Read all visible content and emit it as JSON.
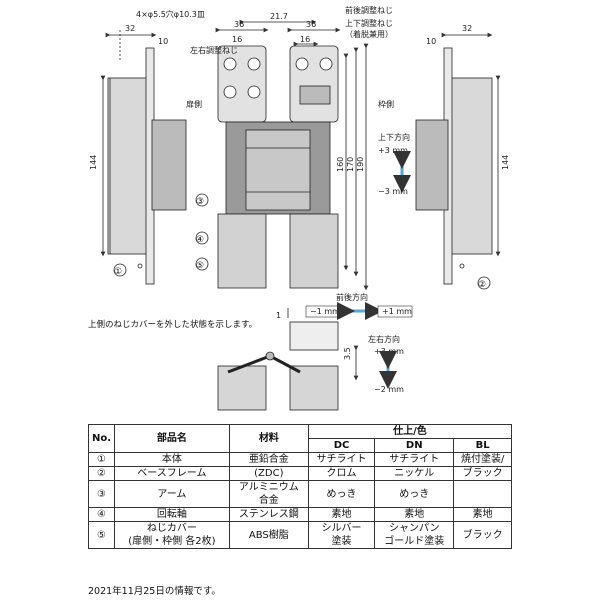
{
  "dims": {
    "hole": "4×φ5.5穴φ10.3皿",
    "d32a": "32",
    "d10a": "10",
    "d36a": "36",
    "d21_7": "21.7",
    "d36b": "36",
    "d16a": "16",
    "d16b": "16",
    "d32b": "32",
    "d10b": "10",
    "d144a": "144",
    "d144b": "144",
    "d160": "160",
    "d170": "170",
    "d190": "190",
    "d1": "1",
    "d3_5": "3.5"
  },
  "labels": {
    "lr_screw": "左右調整ねじ",
    "fb_screw": "前後調整ねじ",
    "ud_screw": "上下調整ねじ",
    "ud_screw2": "（着脱兼用）",
    "door_side": "扉側",
    "frame_side": "枠側",
    "updown_dir": "上下方向",
    "p3mm": "+3 mm",
    "m3mm": "−3 mm",
    "fb_dir": "前後方向",
    "m1mm": "−1 mm",
    "p1mm": "+1 mm",
    "lr_dir": "左右方向",
    "p3mm_b": "+3 mm",
    "m2mm": "−2 mm",
    "c1": "①",
    "c2": "②",
    "c3": "③",
    "c4": "④",
    "c5": "⑤"
  },
  "note": "上側のねじカバーを外した状態を示します。",
  "table": {
    "h_no": "No.",
    "h_part": "部品名",
    "h_mat": "材料",
    "h_finish": "仕上/色",
    "h_dc": "DC",
    "h_dn": "DN",
    "h_bl": "BL",
    "rows": [
      {
        "no": "①",
        "part": "本体",
        "mat": "亜鉛合金",
        "dc": "サチライト",
        "dn": "サチライト",
        "bl": "焼付塗装/"
      },
      {
        "no": "②",
        "part": "ベースフレーム",
        "mat": "(ZDC)",
        "dc": "クロム",
        "dn": "ニッケル",
        "bl": "ブラック"
      },
      {
        "no": "③",
        "part": "アーム",
        "mat": "アルミニウム",
        "mat2": "合金",
        "dc": "めっき",
        "dn": "めっき"
      },
      {
        "no": "④",
        "part": "回転軸",
        "mat": "ステンレス鋼",
        "dc": "素地",
        "dn": "素地",
        "bl": "素地"
      },
      {
        "no": "⑤",
        "part": "ねじカバー",
        "part2": "(扉側・枠側 各2枚)",
        "mat": "ABS樹脂",
        "dc": "シルバー",
        "dc2": "塗装",
        "dn": "シャンパン",
        "dn2": "ゴールド塗装",
        "bl": "ブラック"
      }
    ]
  },
  "footer": "2021年11月25日の情報です。"
}
